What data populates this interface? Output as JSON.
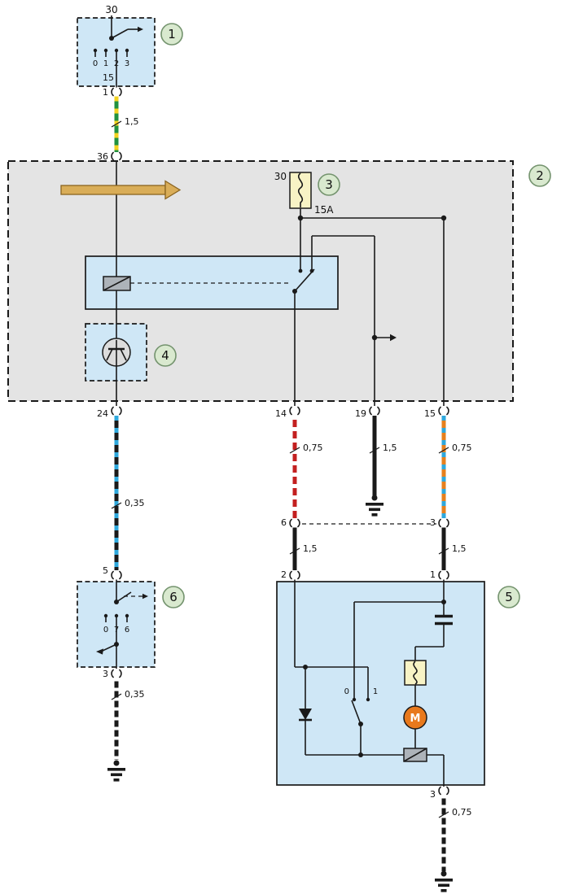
{
  "diagram": {
    "badges": {
      "c1": "1",
      "c2": "2",
      "c3": "3",
      "c4": "4",
      "c5": "5",
      "c6": "6"
    },
    "ignition_switch": {
      "terminal_top": "30",
      "positions": {
        "p0": "0",
        "p1": "1",
        "p2": "2",
        "p3": "3"
      },
      "terminal_15": "15",
      "pin_out": "1"
    },
    "control_unit": {
      "pin_36": "36",
      "pin_24": "24",
      "pin_14": "14",
      "pin_19": "19",
      "pin_15": "15"
    },
    "fuse": {
      "terminal": "30",
      "rating": "15A"
    },
    "inline_connector": {
      "pin_6": "6",
      "pin_3": "3",
      "pin_2": "2",
      "pin_1": "1"
    },
    "wiper_motor_unit": {
      "positions": {
        "p0": "0",
        "p1": "1"
      },
      "motor": "M",
      "pin_3": "3"
    },
    "wiper_switch": {
      "pin_5": "5",
      "positions": {
        "p0": "0",
        "p7": "7",
        "p6": "6"
      },
      "pin_3": "3"
    },
    "gauges": {
      "feed": "1,5",
      "w24": "0,35",
      "w14": "0,75",
      "w19": "1,5",
      "w15": "0,75",
      "link_left": "1,5",
      "link_right": "1,5",
      "switch_gnd": "0,35",
      "motor_gnd": "0,75"
    }
  },
  "colors": {
    "component_fill": "#cfe7f6",
    "unit_fill": "#e4e4e4",
    "badge_fill": "#d9e9cf",
    "badge_ring": "#74936e",
    "wire_green": "#20913f",
    "wire_yellow": "#f2d220",
    "wire_black": "#1a1a1a",
    "stripe_blue": "#2fa8dc",
    "wire_red": "#c32020",
    "stripe_white": "#ffffff",
    "wire_orange": "#e6801e",
    "arrow_fill": "#d9ad58",
    "fuse_fill": "#f8f3c5",
    "motor_orange": "#e8791c",
    "coil_gray": "#adb3b9",
    "transistor_fill": "#dcdcdc"
  }
}
